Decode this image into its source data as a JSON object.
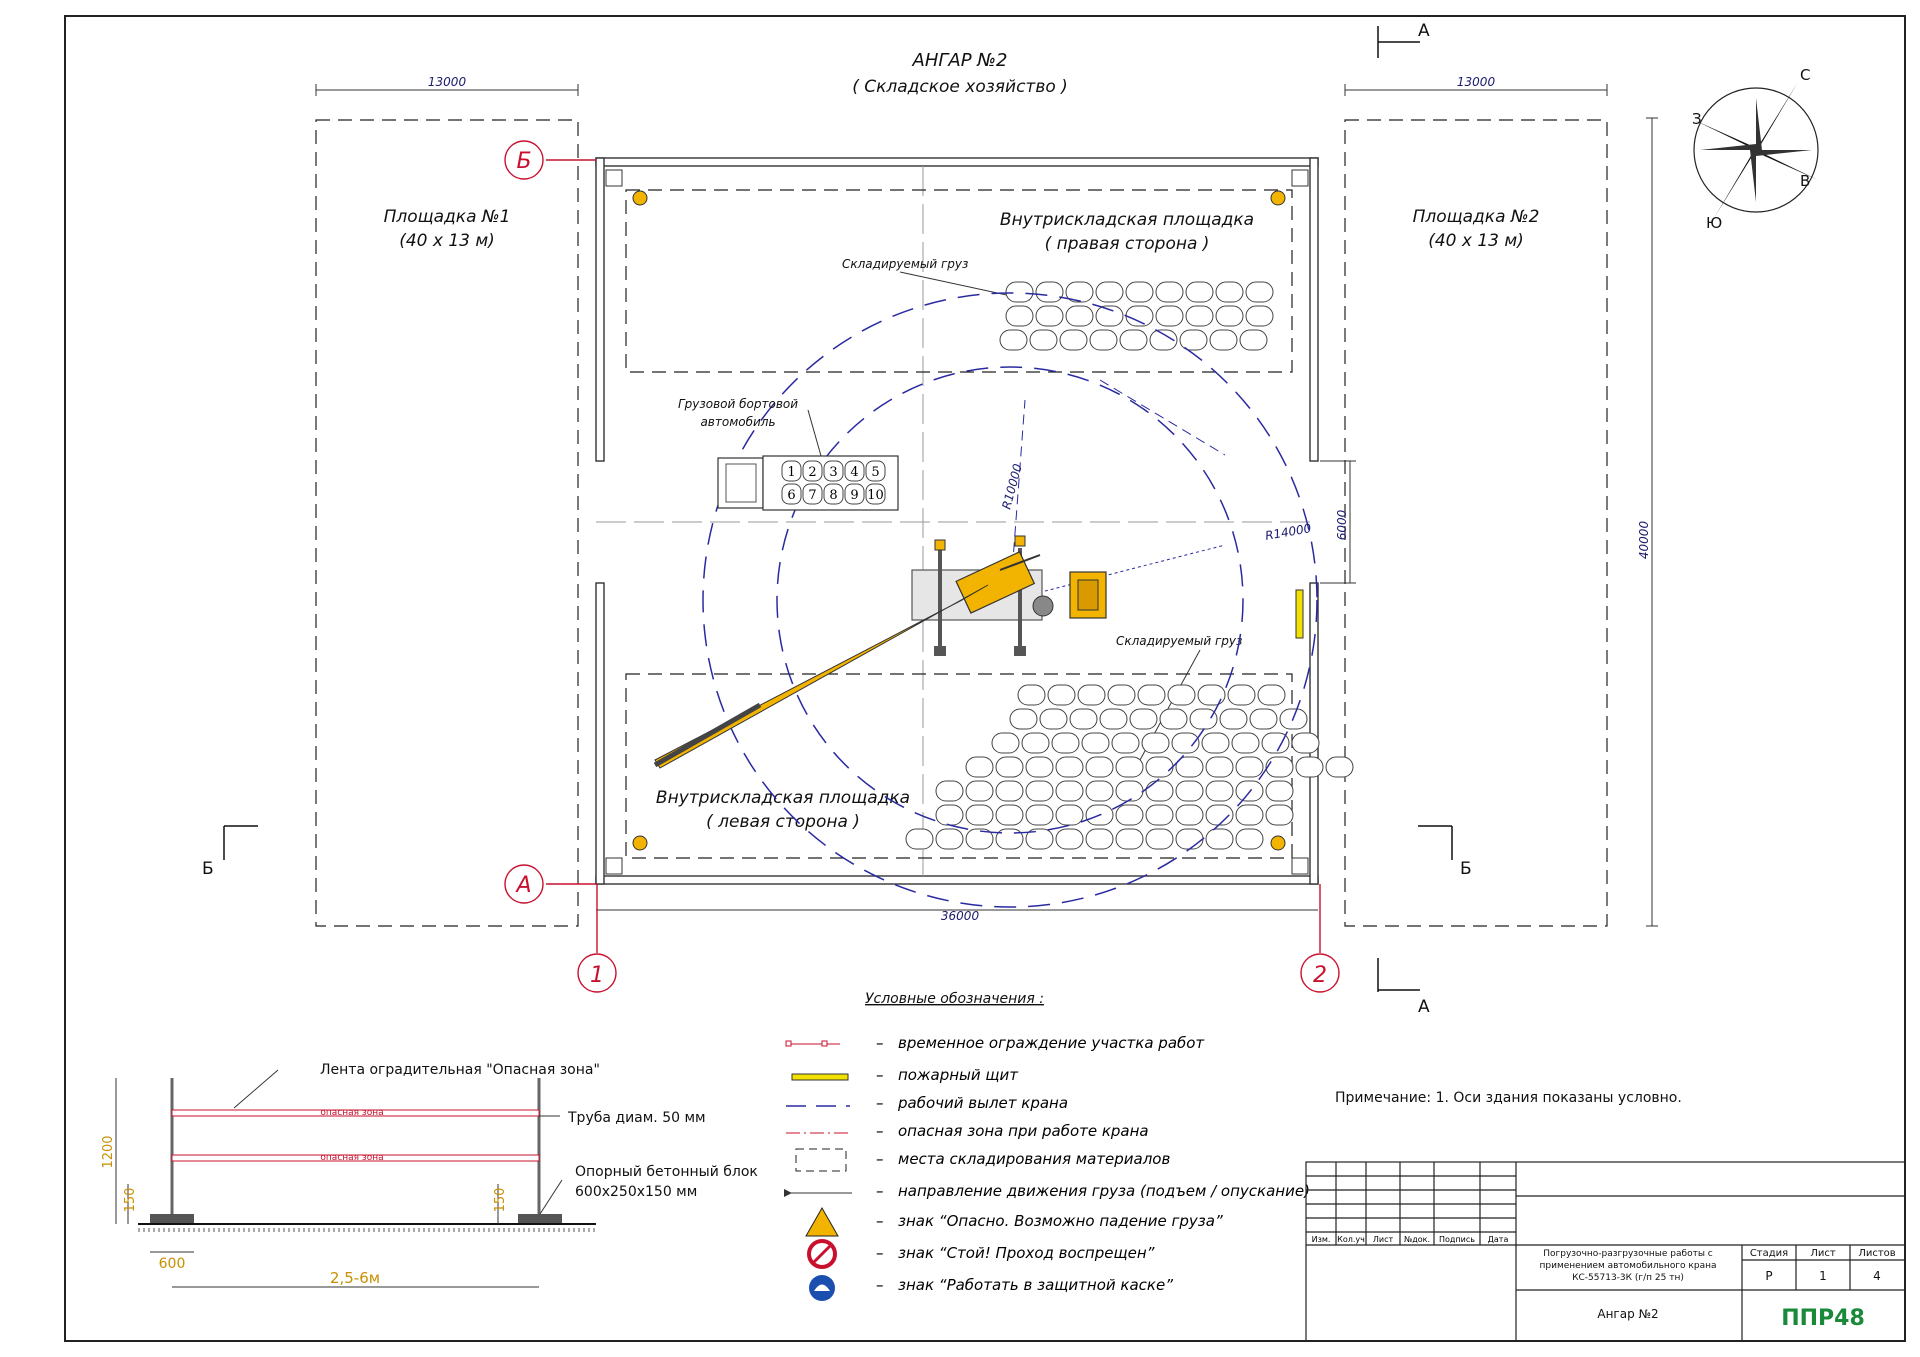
{
  "hangar": {
    "title": "АНГАР №2",
    "subtitle": "( Складское хозяйство )"
  },
  "areas": {
    "site1_title": "Площадка №1",
    "site1_size": "(40 х 13  м)",
    "site2_title": "Площадка №2",
    "site2_size": "(40 х 13  м)",
    "right_title": "Внутрискладская площадка",
    "right_side": "( правая сторона )",
    "left_title": "Внутрискладская площадка",
    "left_side": "( левая сторона )"
  },
  "labels": {
    "stored_cargo_top": "Складируемый груз",
    "stored_cargo_bottom": "Складируемый груз",
    "truck_line1": "Грузовой бортовой",
    "truck_line2": "автомобиль",
    "truck_slots": [
      "1",
      "2",
      "3",
      "4",
      "5",
      "6",
      "7",
      "8",
      "9",
      "10"
    ]
  },
  "dimensions": {
    "left_width": "13000",
    "right_width": "13000",
    "span": "36000",
    "height": "40000",
    "gate": "6000",
    "r_small": "R10000",
    "r_large": "R14000"
  },
  "axes": {
    "a": "А",
    "b": "Б",
    "one": "1",
    "two": "2"
  },
  "sections": {
    "a_top": "А",
    "a_bottom": "А",
    "b_left": "Б",
    "b_right": "Б"
  },
  "compass": {
    "n": "С",
    "w": "З",
    "e": "В",
    "s": "Ю"
  },
  "legend": {
    "title": "Условные обозначения :",
    "dash": "–",
    "items": [
      "временное ограждение участка работ",
      "пожарный щит",
      "рабочий вылет крана",
      "опасная зона при работе крана",
      "места складирования материалов",
      "направление движения груза  (подъем / опускание)",
      "знак  “Опасно. Возможно падение груза”",
      "знак  “Стой!  Проход воспрещен”",
      "знак  “Работать в защитной каске”"
    ]
  },
  "fence": {
    "tape": "Лента оградительная \"Опасная зона\"",
    "tape_text": "опасная зона",
    "pipe": "Труба диам. 50 мм",
    "block_line1": "Опорный бетонный блок",
    "block_line2": "600х250х150 мм",
    "h1200": "1200",
    "h150a": "150",
    "h150b": "150",
    "w600": "600",
    "span": "2,5-6м"
  },
  "note": "Примечание:  1. Оси здания показаны условно.",
  "title_block": {
    "cols": [
      "Изм.",
      "Кол.уч",
      "Лист",
      "№док.",
      "Подпись",
      "Дата"
    ],
    "desc_line1": "Погрузочно-разгрузочные работы с",
    "desc_line2": "применением автомобильного крана",
    "desc_line3": "КС-55713-3К (г/п 25 тн)",
    "stage_h": "Стадия",
    "sheet_h": "Лист",
    "sheets_h": "Листов",
    "stage": "Р",
    "sheet": "1",
    "sheets": "4",
    "object": "Ангар №2",
    "logo": "ППР48"
  },
  "colors": {
    "danger_red": "#c8102e",
    "crane_yellow": "#f2b400",
    "radius_blue": "#2a2aa0",
    "logo_green": "#1a8a3a"
  }
}
